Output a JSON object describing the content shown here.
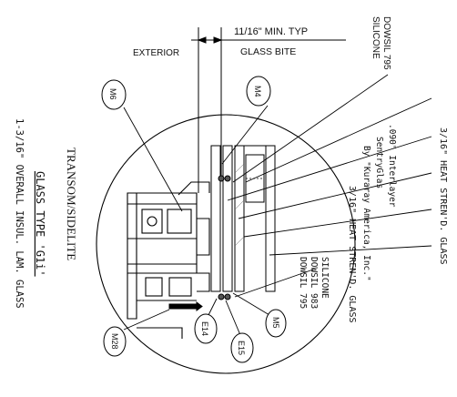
{
  "dimension": {
    "text": "11/16\" MIN. TYP",
    "subtext": "GLASS BITE"
  },
  "exterior_label": "EXTERIOR",
  "callouts_top": {
    "silicone": "SILICONE",
    "dowsil_795": "DOWSIL 795"
  },
  "glass_layers": {
    "outer": "3/16\" HEAT STREN'D. GLASS",
    "interlayer_1": ".090\" Interlayer",
    "interlayer_2": "SentryGlas",
    "interlayer_3": "By \"Kuraray America, Inc.\"",
    "inner": "3/16\" HEAT STREN'D. GLASS"
  },
  "callouts_bottom": {
    "silicone": "SILICONE",
    "dowsil_983": "DOWSIL 983",
    "dowsil_795": "DOWSIL 795"
  },
  "tags": {
    "m4": "M4",
    "m6": "M6",
    "m5": "M5",
    "m28": "M28",
    "e14": "E14",
    "e15": "E15"
  },
  "section_title": "TRANSOM/SIDELITE",
  "glass_type": {
    "title": "GLASS TYPE 'G1i'",
    "description": "1-3/16\" OVERALL INSUL. LAM. GLASS"
  }
}
